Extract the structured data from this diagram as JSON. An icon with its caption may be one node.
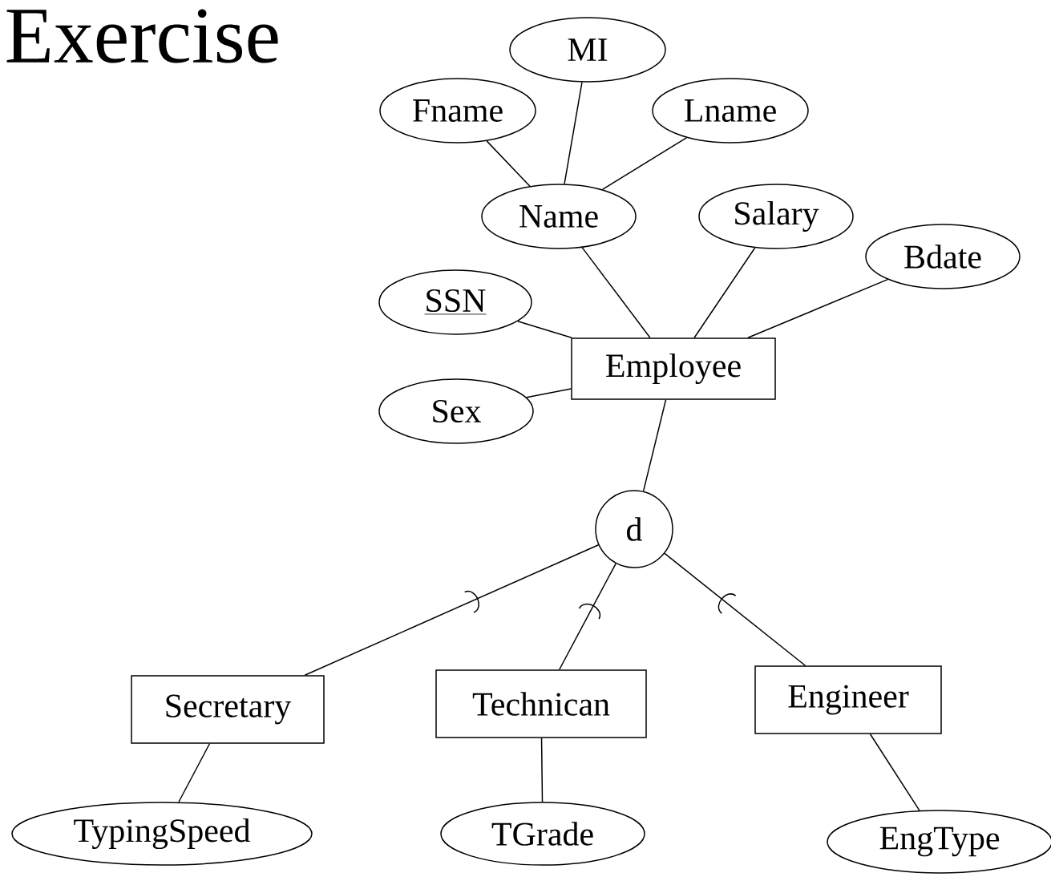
{
  "diagram": {
    "title": "Exercise",
    "nodes": [
      {
        "text": [
          "MI"
        ]
      },
      {
        "text": [
          "Fname"
        ]
      },
      {
        "text": [
          "Lname"
        ]
      },
      {
        "text": [
          "Name"
        ]
      },
      {
        "text": [
          "Salary"
        ]
      },
      {
        "text": [
          "Bdate"
        ]
      },
      {
        "text": [
          "SSN"
        ]
      },
      {
        "text": [
          "Employee"
        ]
      },
      {
        "text": [
          "Sex"
        ]
      },
      {
        "text": [
          "d"
        ]
      },
      {
        "text": [
          "Secretary"
        ]
      },
      {
        "text": [
          "Technican"
        ]
      },
      {
        "text": [
          "Engineer"
        ]
      },
      {
        "text": [
          "TypingSpeed"
        ]
      },
      {
        "text": [
          "TGrade"
        ]
      },
      {
        "text": [
          "EngType"
        ]
      }
    ],
    "edges": [
      {
        "from": 1,
        "to": 3,
        "arrow": "none"
      },
      {
        "from": 0,
        "to": 3,
        "arrow": "none"
      },
      {
        "from": 2,
        "to": 3,
        "arrow": "none"
      },
      {
        "from": 3,
        "to": 7,
        "arrow": "none"
      },
      {
        "from": 4,
        "to": 7,
        "arrow": "none"
      },
      {
        "from": 5,
        "to": 7,
        "arrow": "none"
      },
      {
        "from": 6,
        "to": 7,
        "arrow": "none"
      },
      {
        "from": 8,
        "to": 7,
        "arrow": "none"
      },
      {
        "from": 7,
        "to": 9,
        "arrow": "none"
      },
      {
        "from": 9,
        "to": 10,
        "arrow": "none"
      },
      {
        "from": 9,
        "to": 11,
        "arrow": "none"
      },
      {
        "from": 9,
        "to": 12,
        "arrow": "none"
      },
      {
        "from": 10,
        "to": 13,
        "arrow": "none"
      },
      {
        "from": 11,
        "to": 14,
        "arrow": "none"
      },
      {
        "from": 12,
        "to": 15,
        "arrow": "none"
      }
    ]
  }
}
